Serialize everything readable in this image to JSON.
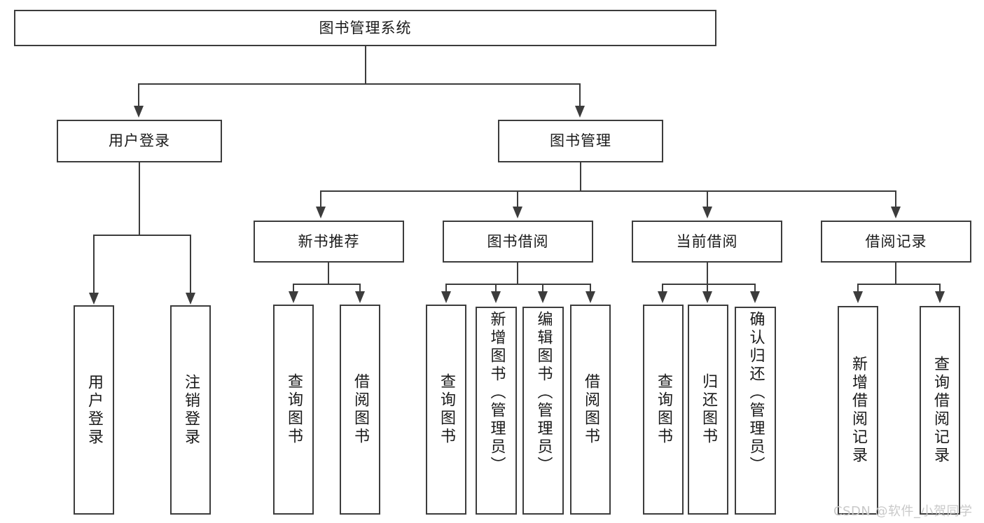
{
  "diagram": {
    "type": "hierarchy-tree",
    "title": "图书管理系统",
    "levels": {
      "root": {
        "label": "图书管理系统"
      },
      "level2": [
        {
          "label": "用户登录"
        },
        {
          "label": "图书管理"
        }
      ],
      "level3": [
        {
          "label": "新书推荐"
        },
        {
          "label": "图书借阅"
        },
        {
          "label": "当前借阅"
        },
        {
          "label": "借阅记录"
        }
      ],
      "leaves": {
        "user_login": [
          {
            "label": "用户登录"
          },
          {
            "label": "注销登录"
          }
        ],
        "new_book_recommend": [
          {
            "label": "查询图书"
          },
          {
            "label": "借阅图书"
          }
        ],
        "book_borrow": [
          {
            "label": "查询图书"
          },
          {
            "label": "新增图书（管理员）"
          },
          {
            "label": "编辑图书（管理员）"
          },
          {
            "label": "借阅图书"
          }
        ],
        "current_borrow": [
          {
            "label": "查询图书"
          },
          {
            "label": "归还图书"
          },
          {
            "label": "确认归还（管理员）"
          }
        ],
        "borrow_record": [
          {
            "label": "新增借阅记录"
          },
          {
            "label": "查询借阅记录"
          }
        ]
      }
    }
  },
  "watermark": {
    "text": "CSDN @软件_小贺同学"
  },
  "colors": {
    "stroke": "#3c3c3c",
    "text": "#1a1a1a",
    "background": "#ffffff",
    "watermark": "#c9c9c9"
  }
}
